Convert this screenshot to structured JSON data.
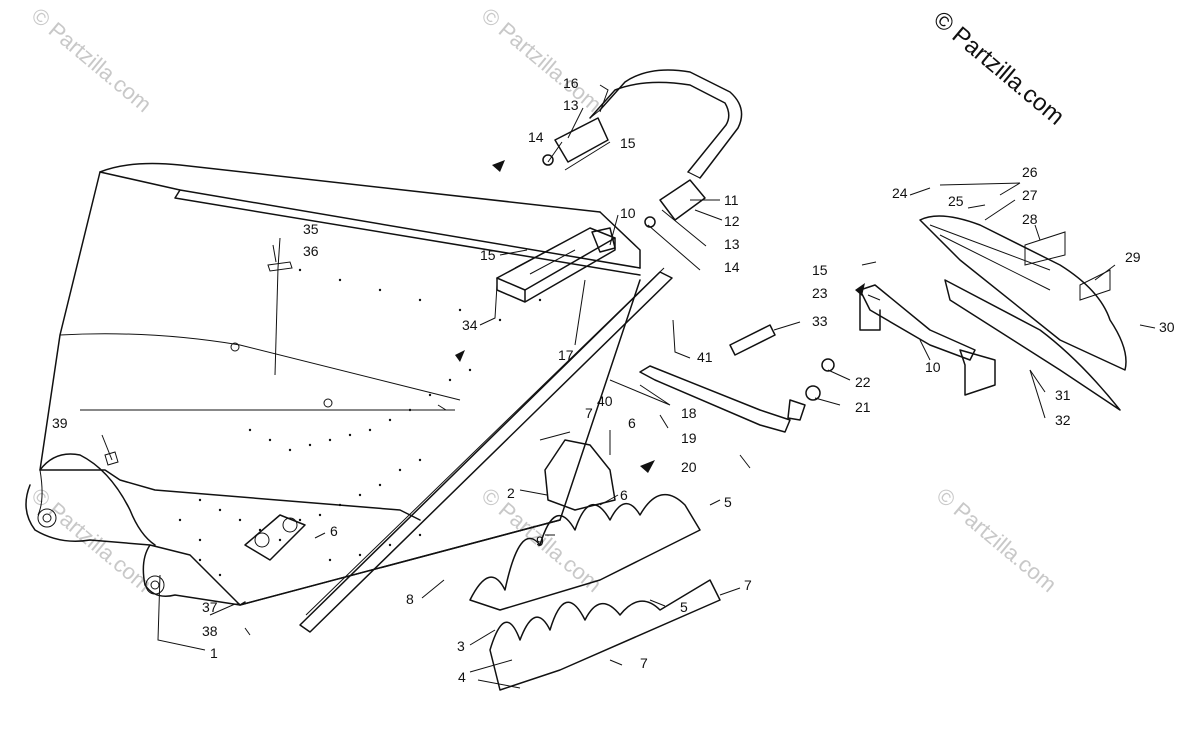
{
  "watermark": {
    "main": "© Partzilla.com",
    "faint": "© Partzilla.com"
  },
  "callouts": [
    {
      "id": "c1",
      "label": "1"
    },
    {
      "id": "c2",
      "label": "2"
    },
    {
      "id": "c3",
      "label": "3"
    },
    {
      "id": "c4",
      "label": "4"
    },
    {
      "id": "c5a",
      "label": "5"
    },
    {
      "id": "c5b",
      "label": "5"
    },
    {
      "id": "c6a",
      "label": "6"
    },
    {
      "id": "c6b",
      "label": "6"
    },
    {
      "id": "c6c",
      "label": "6"
    },
    {
      "id": "c7a",
      "label": "7"
    },
    {
      "id": "c7b",
      "label": "7"
    },
    {
      "id": "c7c",
      "label": "7"
    },
    {
      "id": "c8",
      "label": "8"
    },
    {
      "id": "c9",
      "label": "9"
    },
    {
      "id": "c10a",
      "label": "10"
    },
    {
      "id": "c10b",
      "label": "10"
    },
    {
      "id": "c11",
      "label": "11"
    },
    {
      "id": "c12",
      "label": "12"
    },
    {
      "id": "c13a",
      "label": "13"
    },
    {
      "id": "c13b",
      "label": "13"
    },
    {
      "id": "c14a",
      "label": "14"
    },
    {
      "id": "c14b",
      "label": "14"
    },
    {
      "id": "c15a",
      "label": "15"
    },
    {
      "id": "c15b",
      "label": "15"
    },
    {
      "id": "c15c",
      "label": "15"
    },
    {
      "id": "c16",
      "label": "16"
    },
    {
      "id": "c17",
      "label": "17"
    },
    {
      "id": "c18",
      "label": "18"
    },
    {
      "id": "c19",
      "label": "19"
    },
    {
      "id": "c20",
      "label": "20"
    },
    {
      "id": "c21",
      "label": "21"
    },
    {
      "id": "c22",
      "label": "22"
    },
    {
      "id": "c23",
      "label": "23"
    },
    {
      "id": "c24",
      "label": "24"
    },
    {
      "id": "c25",
      "label": "25"
    },
    {
      "id": "c26",
      "label": "26"
    },
    {
      "id": "c27",
      "label": "27"
    },
    {
      "id": "c28",
      "label": "28"
    },
    {
      "id": "c29",
      "label": "29"
    },
    {
      "id": "c30",
      "label": "30"
    },
    {
      "id": "c31",
      "label": "31"
    },
    {
      "id": "c32",
      "label": "32"
    },
    {
      "id": "c33",
      "label": "33"
    },
    {
      "id": "c34",
      "label": "34"
    },
    {
      "id": "c35",
      "label": "35"
    },
    {
      "id": "c36",
      "label": "36"
    },
    {
      "id": "c37",
      "label": "37"
    },
    {
      "id": "c38",
      "label": "38"
    },
    {
      "id": "c39",
      "label": "39"
    },
    {
      "id": "c40",
      "label": "40"
    },
    {
      "id": "c41",
      "label": "41"
    }
  ]
}
